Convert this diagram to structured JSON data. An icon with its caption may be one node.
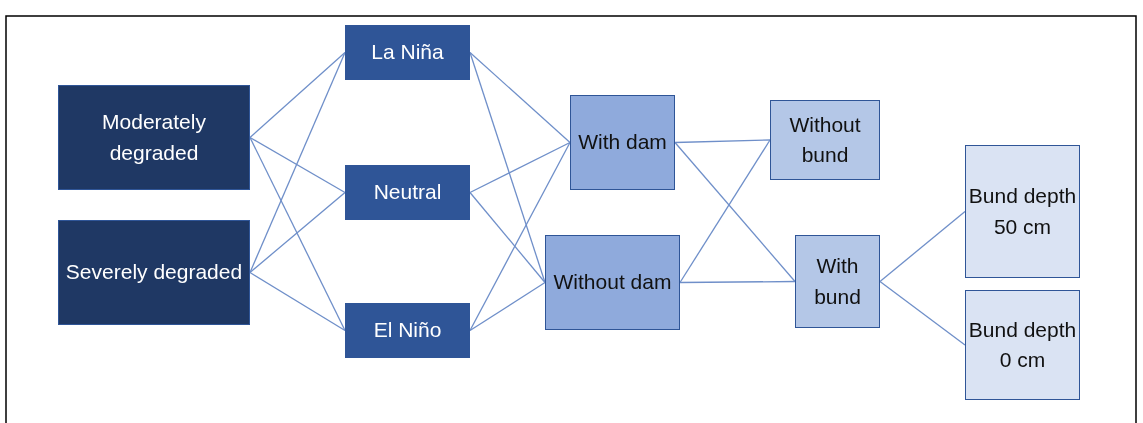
{
  "diagram": {
    "nodes": [
      {
        "text": [
          "Moderately degraded"
        ]
      },
      {
        "text": [
          "Severely degraded"
        ]
      },
      {
        "text": [
          "La Niña"
        ]
      },
      {
        "text": [
          "Neutral"
        ]
      },
      {
        "text": [
          "El Niño"
        ]
      },
      {
        "text": [
          "With dam"
        ]
      },
      {
        "text": [
          "Without dam"
        ]
      },
      {
        "text": [
          "Without bund"
        ]
      },
      {
        "text": [
          "With bund"
        ]
      },
      {
        "text": [
          "Bund depth 50 cm"
        ]
      },
      {
        "text": [
          "Bund depth 0 cm"
        ]
      }
    ],
    "edges": [
      {
        "from": 0,
        "to": 2,
        "arrow": "none"
      },
      {
        "from": 0,
        "to": 3,
        "arrow": "none"
      },
      {
        "from": 0,
        "to": 4,
        "arrow": "none"
      },
      {
        "from": 1,
        "to": 2,
        "arrow": "none"
      },
      {
        "from": 1,
        "to": 3,
        "arrow": "none"
      },
      {
        "from": 1,
        "to": 4,
        "arrow": "none"
      },
      {
        "from": 2,
        "to": 5,
        "arrow": "none"
      },
      {
        "from": 2,
        "to": 6,
        "arrow": "none"
      },
      {
        "from": 3,
        "to": 5,
        "arrow": "none"
      },
      {
        "from": 3,
        "to": 6,
        "arrow": "none"
      },
      {
        "from": 4,
        "to": 5,
        "arrow": "none"
      },
      {
        "from": 4,
        "to": 6,
        "arrow": "none"
      },
      {
        "from": 5,
        "to": 7,
        "arrow": "none"
      },
      {
        "from": 5,
        "to": 8,
        "arrow": "none"
      },
      {
        "from": 6,
        "to": 7,
        "arrow": "none"
      },
      {
        "from": 6,
        "to": 8,
        "arrow": "none"
      },
      {
        "from": 8,
        "to": 9,
        "arrow": "none"
      },
      {
        "from": 8,
        "to": 10,
        "arrow": "none"
      }
    ]
  }
}
